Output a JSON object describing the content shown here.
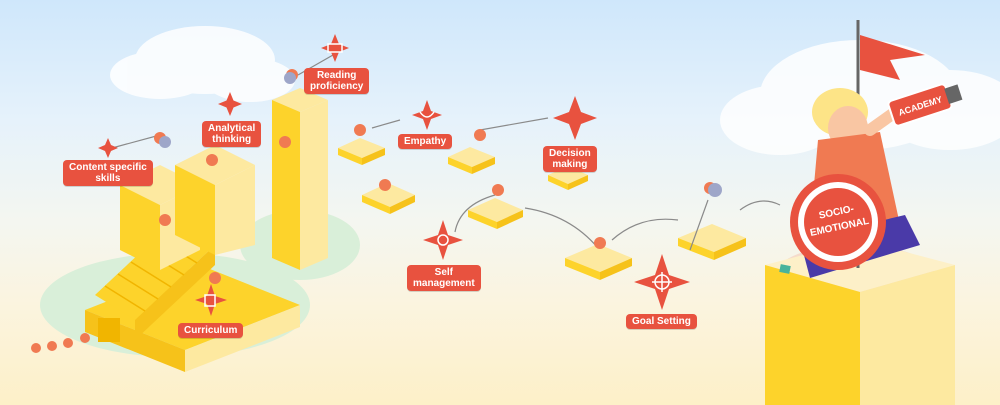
{
  "labels": {
    "content_specific_skills": [
      "Content specific",
      "skills"
    ],
    "analytical_thinking": [
      "Analytical",
      "thinking"
    ],
    "reading_proficiency": [
      "Reading",
      "proficiency"
    ],
    "empathy": "Empathy",
    "decision_making": [
      "Decision",
      "making"
    ],
    "self_management": [
      "Self",
      "management"
    ],
    "curriculum": "Curriculum",
    "goal_setting": "Goal Setting"
  },
  "emblem": {
    "line1": "SOCIO-",
    "line2": "EMOTIONAL"
  },
  "flag_sign": "ACADEMY",
  "colors": {
    "accent": "#e8523f",
    "block": "#fdd32b",
    "block_light": "#fde9a0",
    "ground": "#d8eed8",
    "sky": "#cfe7fb"
  }
}
